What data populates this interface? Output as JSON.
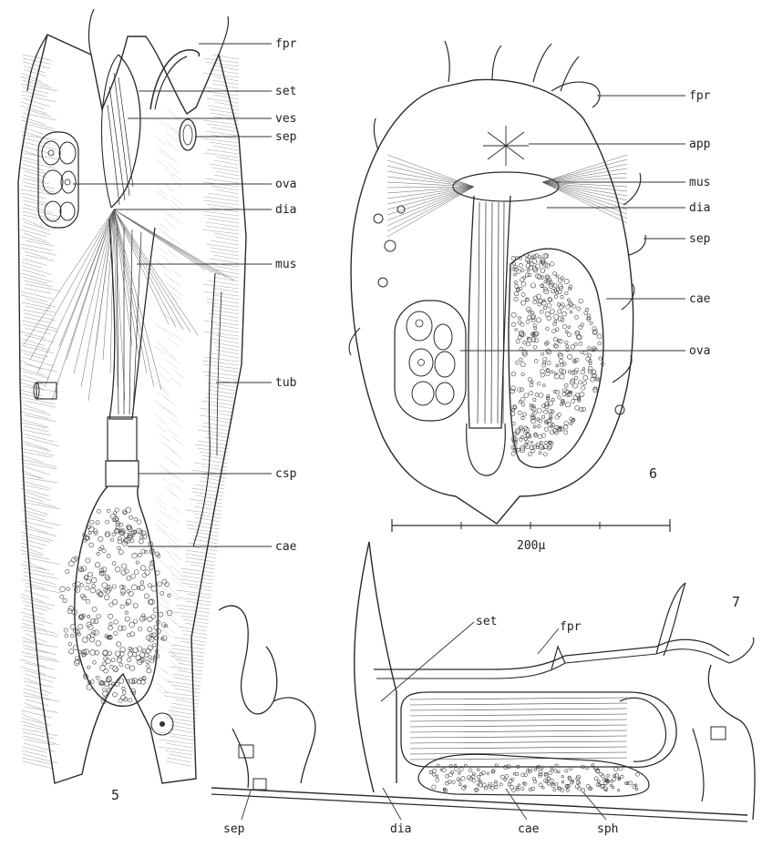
{
  "figure5": {
    "number": "5",
    "labels": {
      "fpr": "fpr",
      "set": "set",
      "ves": "ves",
      "sep": "sep",
      "ova": "ova",
      "dia": "dia",
      "mus": "mus",
      "tub": "tub",
      "csp": "csp",
      "cae": "cae"
    }
  },
  "figure6": {
    "number": "6",
    "labels": {
      "fpr": "fpr",
      "app": "app",
      "mus": "mus",
      "dia": "dia",
      "sep": "sep",
      "cae": "cae",
      "ova": "ova"
    },
    "scale_bar": "200μ"
  },
  "figure7": {
    "number": "7",
    "labels": {
      "set": "set",
      "fpr": "fpr",
      "sep": "sep",
      "dia": "dia",
      "cae": "cae",
      "sph": "sph"
    }
  }
}
